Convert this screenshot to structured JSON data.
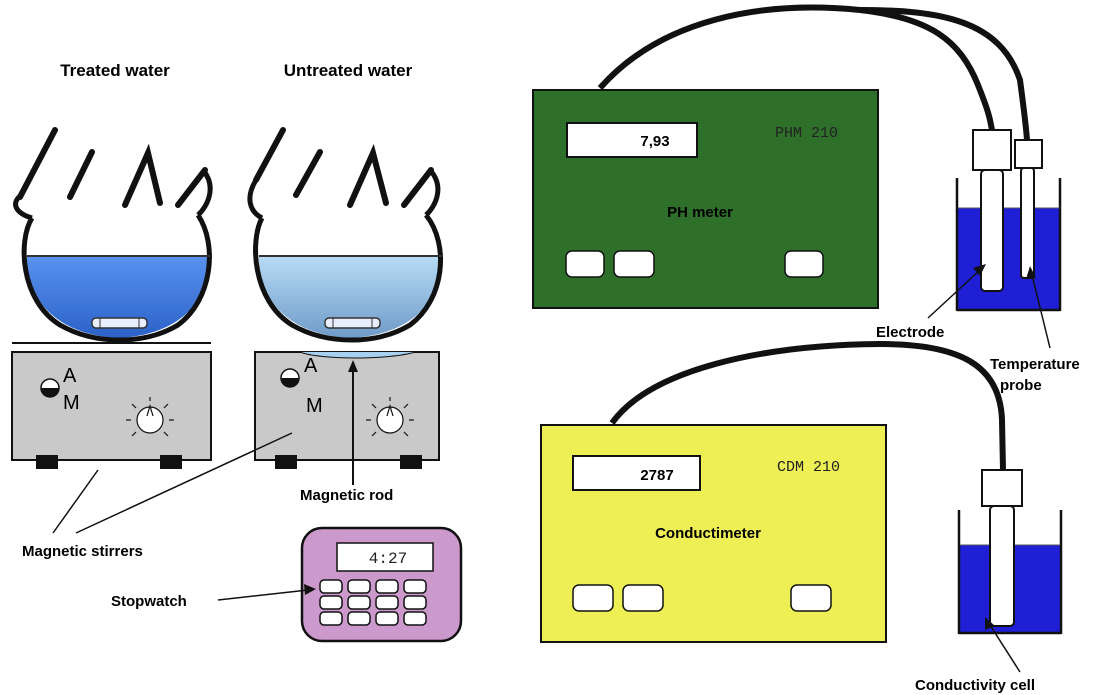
{
  "titles": {
    "treated": "Treated water",
    "untreated": "Untreated water"
  },
  "stirrer": {
    "mark_a": "A",
    "mark_m": "M"
  },
  "ph_meter": {
    "reading": "7,93",
    "model": "PHM 210",
    "name": "PH meter",
    "color": "#2e6f2a"
  },
  "conductimeter": {
    "reading": "2787",
    "model": "CDM 210",
    "name": "Conductimeter",
    "color": "#eeee55"
  },
  "stopwatch": {
    "display": "4:27",
    "color": "#cc99cc"
  },
  "labels": {
    "magnetic_stirrers": "Magnetic stirrers",
    "magnetic_rod": "Magnetic rod",
    "stopwatch": "Stopwatch",
    "electrode": "Electrode",
    "temperature_probe_1": "Temperature",
    "temperature_probe_2": "probe",
    "conductivity_cell": "Conductivity cell"
  },
  "colors": {
    "treated_water": "#3f7be0",
    "untreated_water": "#a8d0f0",
    "beaker_liquid": "#1f1fd6",
    "stirrer_body": "#c9c9c9"
  }
}
